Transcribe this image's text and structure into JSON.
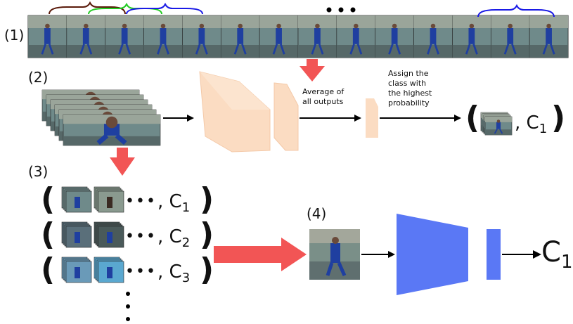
{
  "steps": {
    "s1": "(1)",
    "s2": "(2)",
    "s3": "(3)",
    "s4": "(4)"
  },
  "notes": {
    "average": "Average of\nall outputs",
    "assign": "Assign the\nclass with\nthe highest\nprobability"
  },
  "classes": {
    "c1_letter": "C",
    "c1_sub": "1",
    "c2_sub": "2",
    "c3_sub": "3"
  },
  "colors": {
    "bracket_1": "#5a1a0a",
    "bracket_2": "#22cc22",
    "bracket_3": "#1a1ae6",
    "arrow_red": "#f25555",
    "net_peach": "#fbdcc2",
    "net_blue": "#5a78f5",
    "frame_street": "#6f8a8a",
    "frame_person": "#1f3fa0"
  }
}
